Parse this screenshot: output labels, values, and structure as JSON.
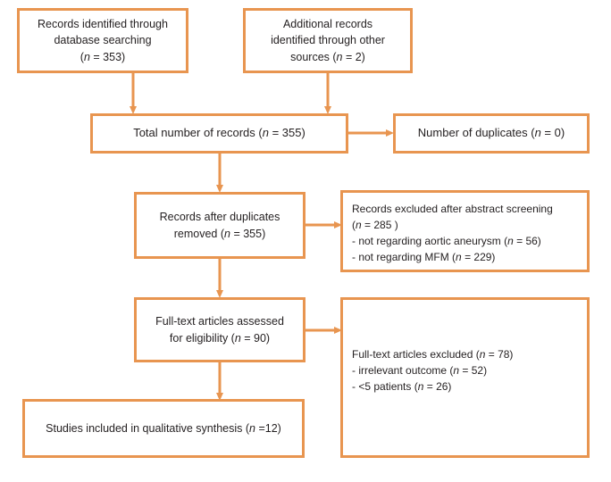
{
  "diagram": {
    "title": "PRISMA study selection flow diagram",
    "accent_color": "#E89550",
    "text_color": "#231f20",
    "background_color": "#ffffff",
    "type": "flowchart"
  },
  "nodes": {
    "db_search": {
      "id": "records-identified-database-searching",
      "text": "Records identified through\ndatabase searching\n(n = 353)",
      "count": 353
    },
    "other_sources": {
      "id": "additional-records-other-sources",
      "text": "Additional records\nidentified through other\nsources (n = 2)",
      "count": 2
    },
    "total_records": {
      "id": "total-number-of-records",
      "text": "Total number of records (n = 355)",
      "count": 355
    },
    "duplicates": {
      "id": "number-of-duplicates",
      "text": "Number of duplicates (n = 0)",
      "count": 0
    },
    "after_duplicates": {
      "id": "records-after-duplicates-removed",
      "text": "Records after duplicates\nremoved (n = 355)",
      "count": 355
    },
    "excluded_abstract": {
      "id": "records-excluded-after-abstract-screening",
      "text": "Records excluded after abstract screening\n(n = 285  )\n- not regarding aortic aneurysm (n = 56)\n- not regarding MFM (n = 229)",
      "count": 285,
      "reasons": [
        {
          "label": "not regarding aortic aneurysm",
          "count": 56
        },
        {
          "label": "not regarding MFM",
          "count": 229
        }
      ]
    },
    "fulltext_assessed": {
      "id": "full-text-articles-assessed-for-eligibility",
      "text": "Full-text articles assessed\nfor eligibility (n = 90)",
      "count": 90
    },
    "excluded_fulltext": {
      "id": "full-text-articles-excluded",
      "text": "Full-text articles excluded (n = 78)\n- irrelevant outcome (n = 52)\n- <5 patients (n = 26)",
      "count": 78,
      "reasons": [
        {
          "label": "irrelevant outcome",
          "count": 52
        },
        {
          "label": "<5 patients",
          "count": 26
        }
      ]
    },
    "included": {
      "id": "studies-included-qualitative-synthesis",
      "text": "Studies included in  qualitative synthesis (n =12)",
      "count": 12
    }
  },
  "edges": [
    {
      "from": "db_search",
      "to": "total_records",
      "direction": "down"
    },
    {
      "from": "other_sources",
      "to": "total_records",
      "direction": "down"
    },
    {
      "from": "total_records",
      "to": "duplicates",
      "direction": "right"
    },
    {
      "from": "total_records",
      "to": "after_duplicates",
      "direction": "down"
    },
    {
      "from": "after_duplicates",
      "to": "excluded_abstract",
      "direction": "right"
    },
    {
      "from": "after_duplicates",
      "to": "fulltext_assessed",
      "direction": "down"
    },
    {
      "from": "fulltext_assessed",
      "to": "excluded_fulltext",
      "direction": "right"
    },
    {
      "from": "fulltext_assessed",
      "to": "included",
      "direction": "down"
    }
  ]
}
